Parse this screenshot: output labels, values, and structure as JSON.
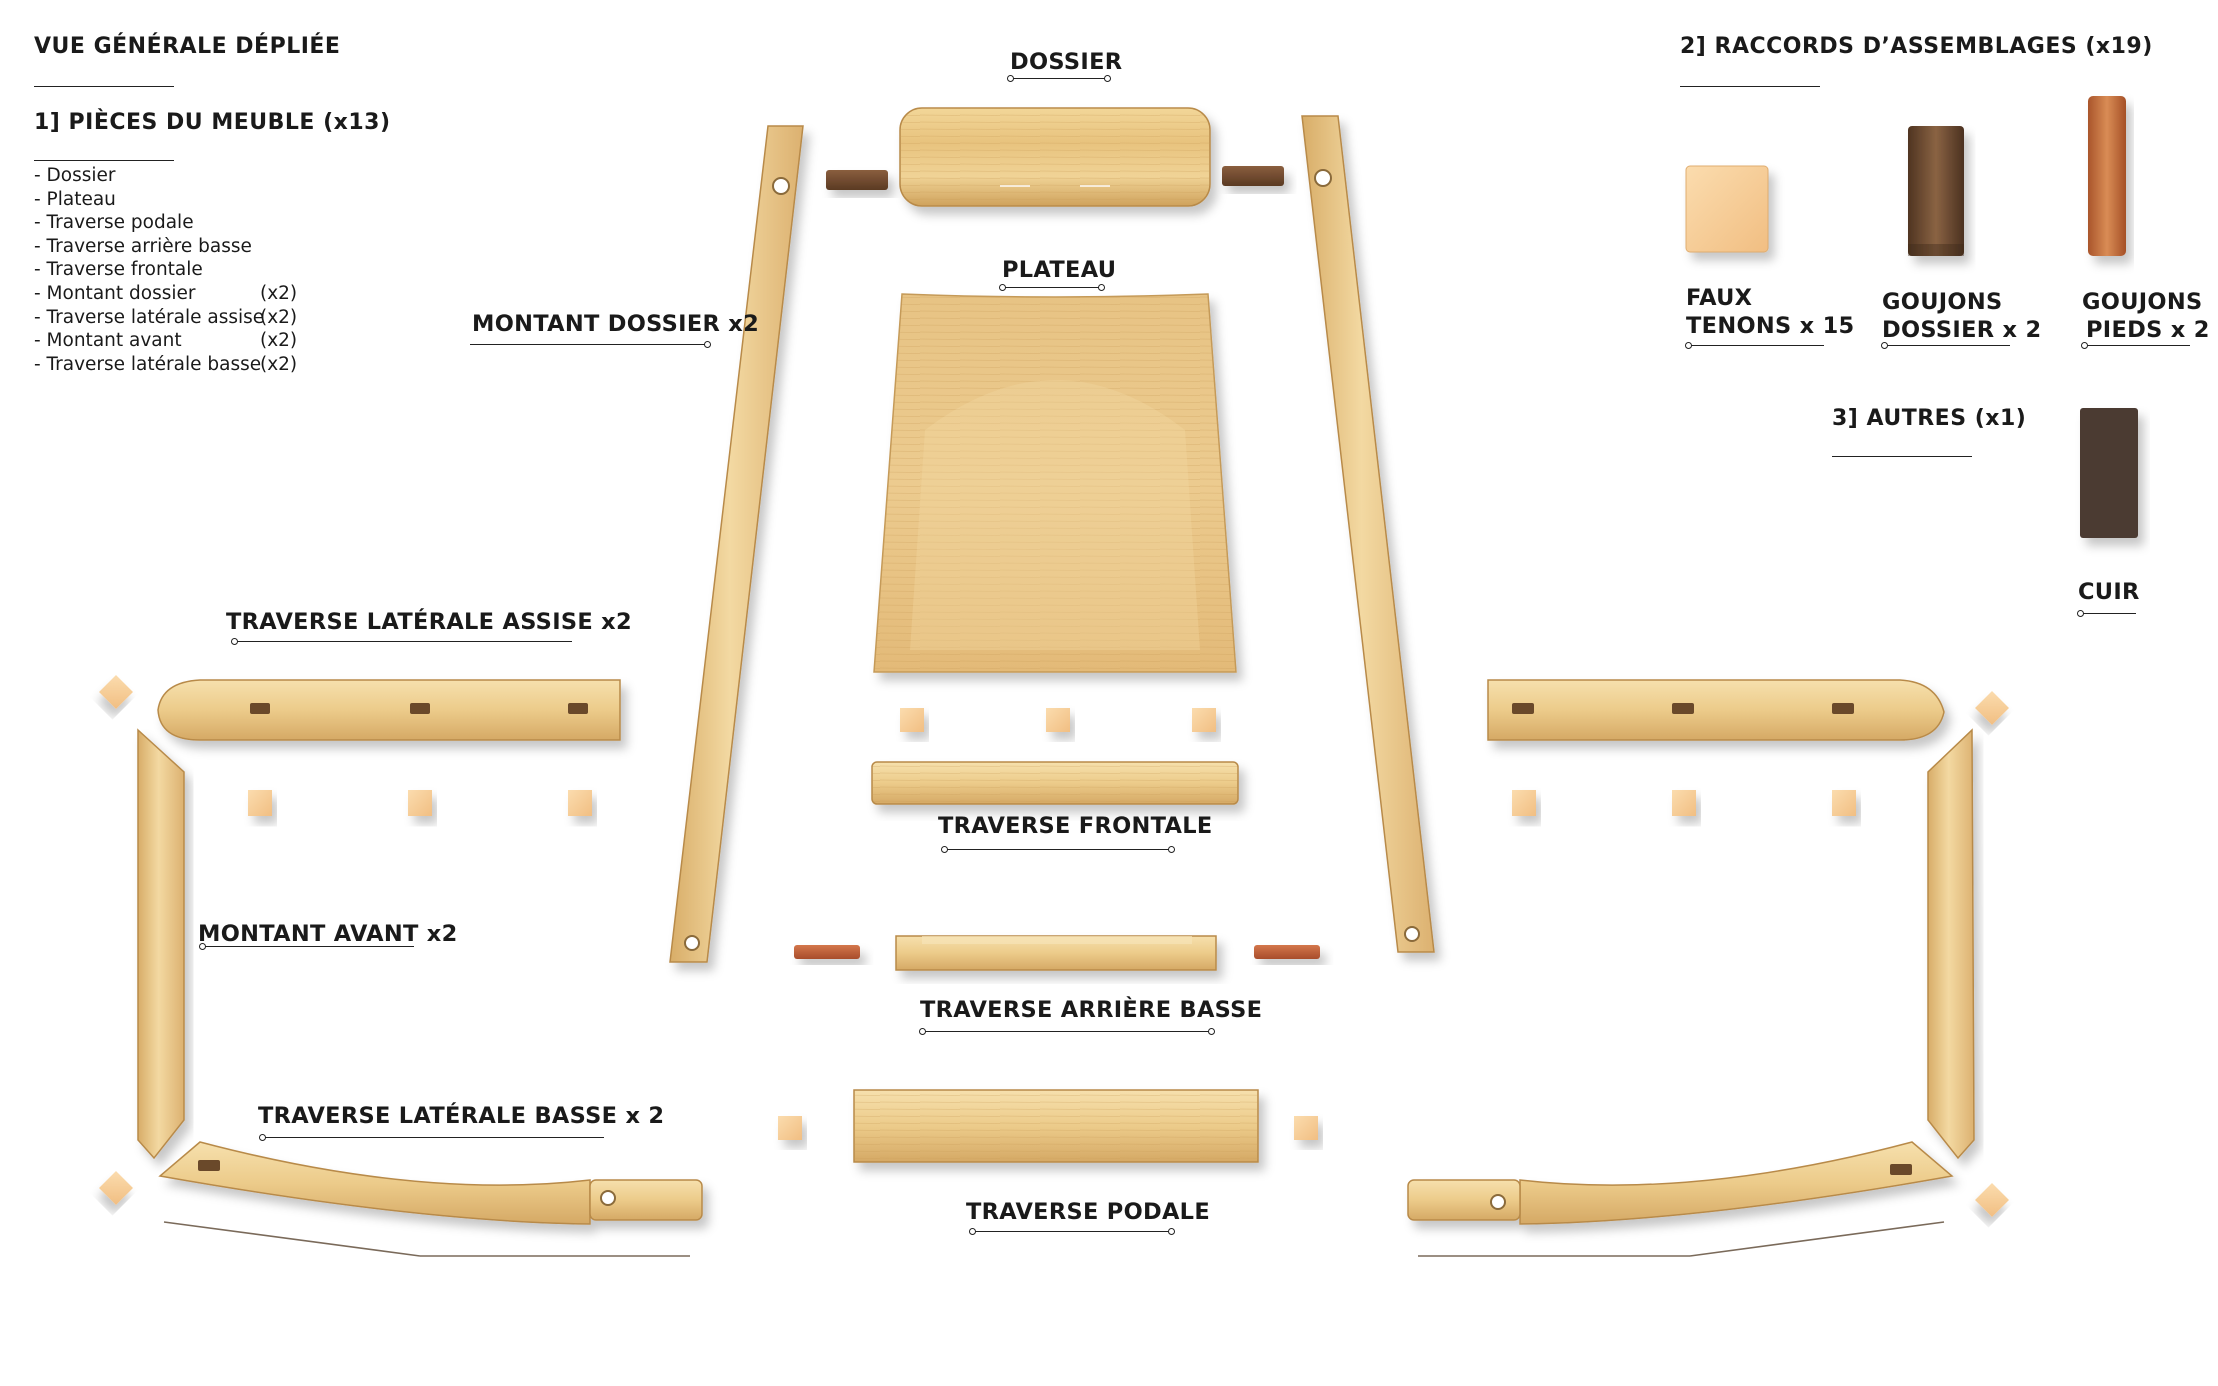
{
  "header": {
    "title": "VUE GÉNÉRALE DÉPLIÉE",
    "section1_title": "1] PIÈCES DU MEUBLE (x13)",
    "section2_title": "2] RACCORDS D’ASSEMBLAGES (x19)",
    "section3_title": "3] AUTRES  (x1)"
  },
  "parts_list": [
    {
      "label": "- Dossier",
      "qty": ""
    },
    {
      "label": "- Plateau",
      "qty": ""
    },
    {
      "label": "- Traverse podale",
      "qty": ""
    },
    {
      "label": "- Traverse arrière basse",
      "qty": ""
    },
    {
      "label": "- Traverse frontale",
      "qty": ""
    },
    {
      "label": "- Montant dossier",
      "qty": "(x2)"
    },
    {
      "label": "- Traverse latérale assise",
      "qty": "(x2)"
    },
    {
      "label": "- Montant avant",
      "qty": "(x2)"
    },
    {
      "label": "- Traverse latérale basse",
      "qty": "(x2)"
    }
  ],
  "piece_labels": {
    "dossier": "DOSSIER",
    "plateau": "PLATEAU",
    "montant_dossier": "MONTANT DOSSIER x2",
    "traverse_laterale_assise": "TRAVERSE LATÉRALE ASSISE x2",
    "traverse_frontale": "TRAVERSE FRONTALE",
    "montant_avant": "MONTANT AVANT x2",
    "traverse_arriere_basse": "TRAVERSE ARRIÈRE BASSE",
    "traverse_laterale_basse": "TRAVERSE LATÉRALE BASSE x 2",
    "traverse_podale": "TRAVERSE PODALE"
  },
  "connector_labels": {
    "faux_tenons_line1": "FAUX",
    "faux_tenons_line2": "TENONS x 15",
    "goujons_dossier_line1": "GOUJONS",
    "goujons_dossier_line2": "DOSSIER x 2",
    "goujons_pieds_line1": "GOUJONS",
    "goujons_pieds_line2": "PIEDS x 2",
    "cuir": "CUIR"
  },
  "colors": {
    "oak_light": "#f3d9a2",
    "oak_mid": "#e6c07a",
    "oak_dark": "#c99a52",
    "tenon": "#f8cf9a",
    "dowel_dark": "#6e4a2e",
    "dowel_pin": "#c8643e",
    "leather": "#4b3a33",
    "text": "#1a1a1a"
  }
}
